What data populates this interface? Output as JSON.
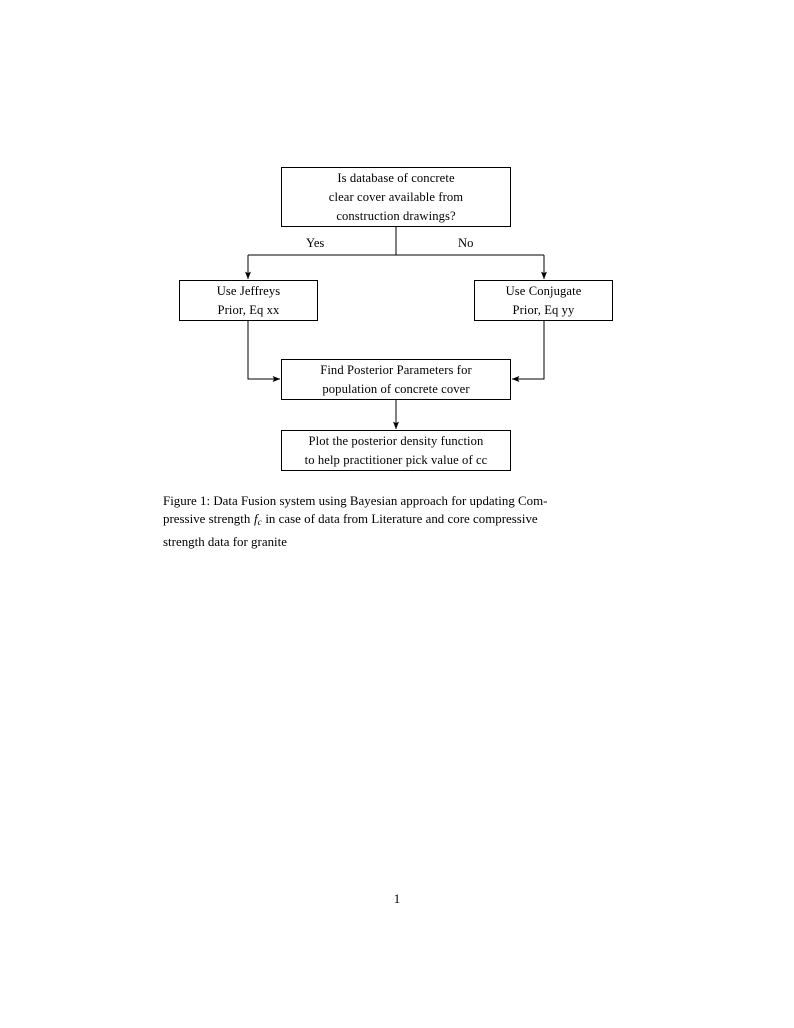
{
  "document": {
    "page_number": "1"
  },
  "figure": {
    "nodes": [
      {
        "id": "decision",
        "name": "decision-node",
        "lines": [
          "Is database of concrete",
          "clear cover available from",
          "construction drawings?"
        ]
      },
      {
        "id": "jeffreys",
        "name": "jeffreys-prior-node",
        "lines": [
          "Use Jeffreys",
          "Prior, Eq xx"
        ]
      },
      {
        "id": "conjugate",
        "name": "conjugate-prior-node",
        "lines": [
          "Use Conjugate",
          "Prior, Eq yy"
        ]
      },
      {
        "id": "posterior",
        "name": "find-posterior-node",
        "lines": [
          "Find Posterior Parameters for",
          "population of concrete cover"
        ]
      },
      {
        "id": "plot",
        "name": "plot-density-node",
        "lines": [
          "Plot the posterior density function",
          "to help practitioner pick value of cc"
        ]
      }
    ],
    "edge_labels": {
      "yes": "Yes",
      "no": "No"
    },
    "stroke_color": "#000000"
  },
  "caption": {
    "line1": "Figure 1: Data Fusion system using Bayesian approach for updating Com-",
    "line2_before_math": "pressive strength",
    "math_symbol": "f",
    "math_subscript": "c",
    "line2_after_math": "in case of data from Literature and core compressive",
    "line3": "strength data for granite"
  }
}
